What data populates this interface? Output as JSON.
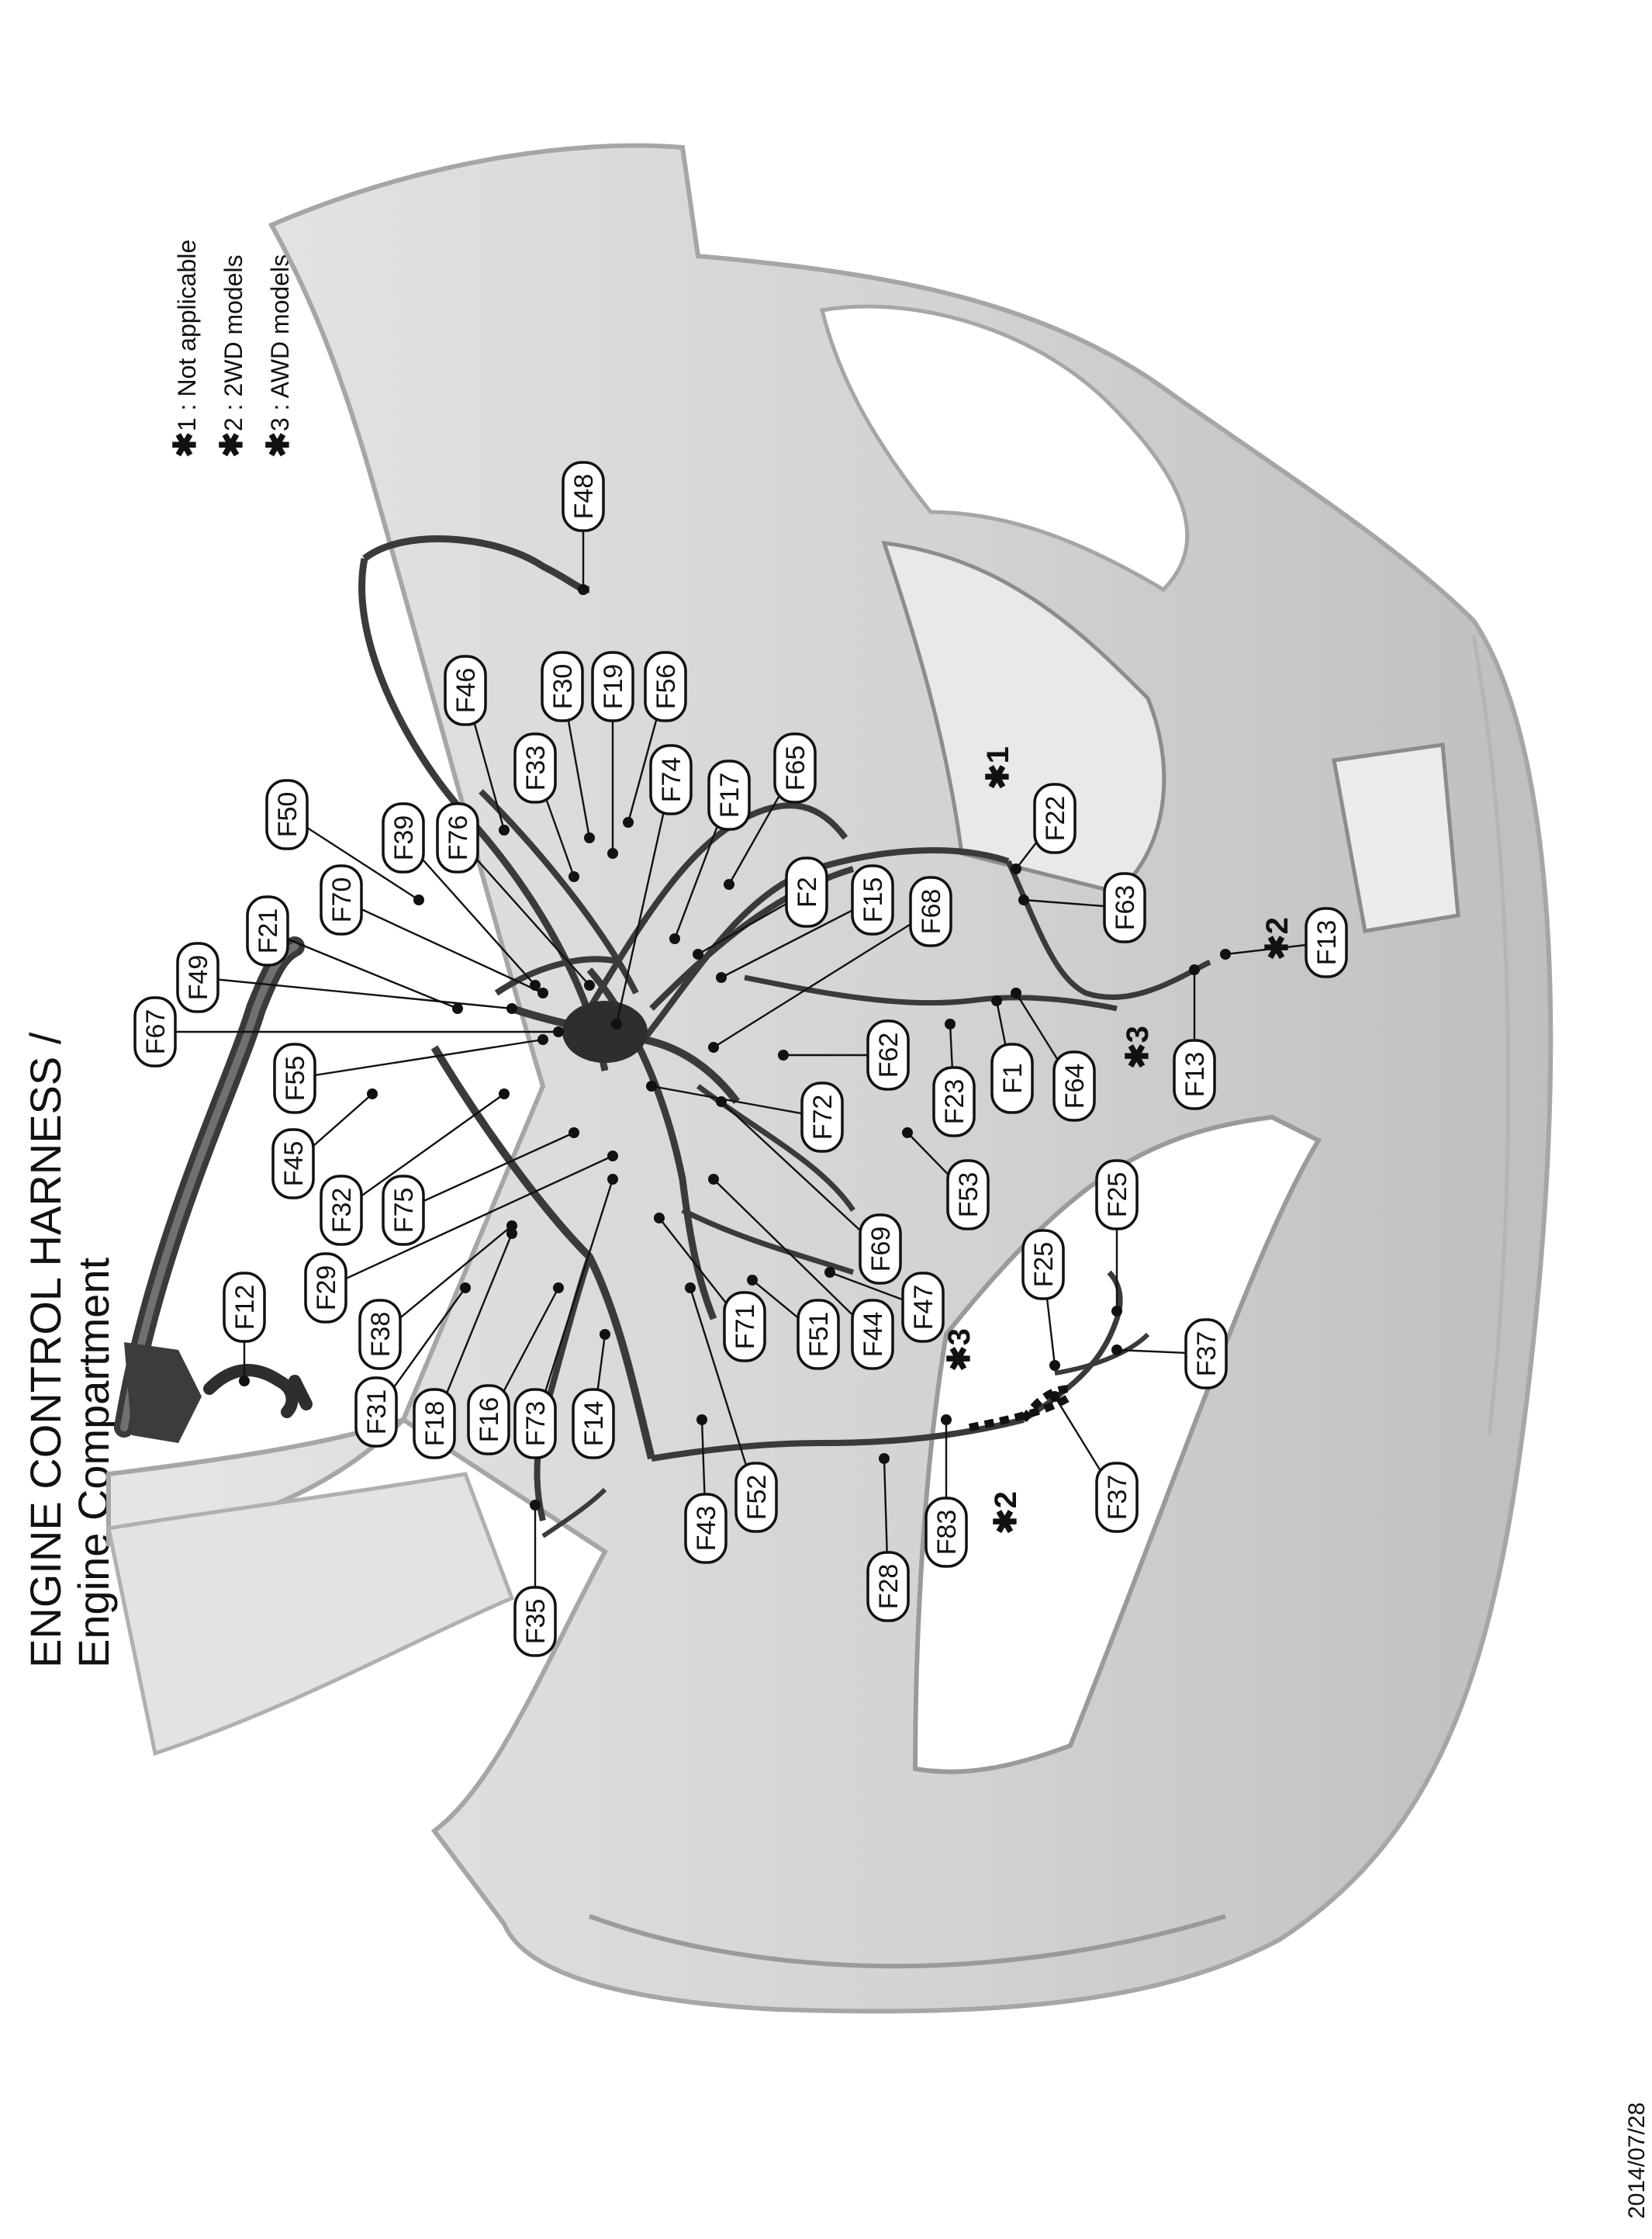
{
  "title": {
    "line1": "ENGINE CONTROL HARNESS /",
    "line2": "Engine Compartment"
  },
  "legend": [
    {
      "mark": "✱",
      "text": "1 : Not applicable"
    },
    {
      "mark": "✱",
      "text": "2 : 2WD models"
    },
    {
      "mark": "✱",
      "text": "3 : AWD models"
    }
  ],
  "date": "2014/07/28",
  "star_marks": [
    "✱1",
    "✱2",
    "✱3",
    "✱3",
    "✱2"
  ],
  "connectors": [
    "F48",
    "F30",
    "F19",
    "F56",
    "F46",
    "F33",
    "F74",
    "F17",
    "F65",
    "F50",
    "F39",
    "F76",
    "F70",
    "F21",
    "F2",
    "F15",
    "F68",
    "F22",
    "F63",
    "F49",
    "F67",
    "F55",
    "F45",
    "F32",
    "F75",
    "F62",
    "F23",
    "F1",
    "F64",
    "F13",
    "F13",
    "F72",
    "F53",
    "F69",
    "F12",
    "F29",
    "F38",
    "F31",
    "F18",
    "F16",
    "F73",
    "F14",
    "F71",
    "F51",
    "F44",
    "F47",
    "F25",
    "F25",
    "F37",
    "F37",
    "F43",
    "F52",
    "F28",
    "F83",
    "F35"
  ],
  "colors": {
    "bumper_fill": "#d9d9d9",
    "bumper_edge": "#a6a6a6",
    "harness": "#3a3a3a",
    "label_border": "#111111"
  }
}
